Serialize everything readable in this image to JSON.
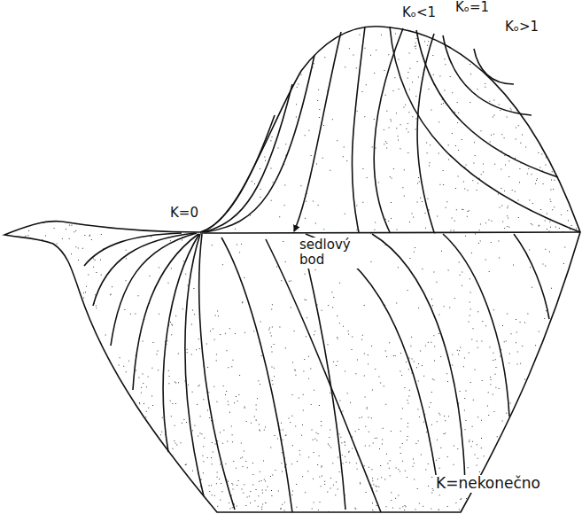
{
  "diagram": {
    "labels": [
      "Kₒ<1",
      "Kₒ=1",
      "Kₒ>1",
      "K=0",
      "sedlový bod",
      "K=nekonečno"
    ]
  }
}
